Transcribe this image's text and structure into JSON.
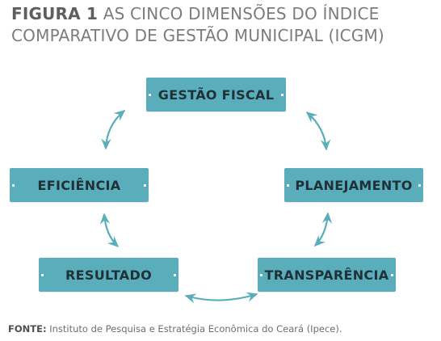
{
  "figure": {
    "label": "FIGURA 1",
    "title_line1": "AS CINCO DIMENSÕES DO ÍNDICE",
    "title_line2": "COMPARATIVO DE GESTÃO MUNICIPAL (ICGM)"
  },
  "nodes": [
    {
      "id": "gestao-fiscal",
      "label": "GESTÃO FISCAL"
    },
    {
      "id": "planejamento",
      "label": "PLANEJAMENTO"
    },
    {
      "id": "transparencia",
      "label": "TRANSPARÊNCIA"
    },
    {
      "id": "resultado",
      "label": "RESULTADO"
    },
    {
      "id": "eficiencia",
      "label": "EFICIÊNCIA"
    }
  ],
  "links": [
    {
      "from": "gestao-fiscal",
      "to": "planejamento",
      "direction": "both"
    },
    {
      "from": "planejamento",
      "to": "transparencia",
      "direction": "both"
    },
    {
      "from": "transparencia",
      "to": "resultado",
      "direction": "both"
    },
    {
      "from": "resultado",
      "to": "eficiencia",
      "direction": "both"
    },
    {
      "from": "eficiencia",
      "to": "gestao-fiscal",
      "direction": "both"
    }
  ],
  "source": {
    "label": "FONTE:",
    "text": "Instituto de Pesquisa e Estratégia Econômica do Ceará (Ipece)."
  },
  "colors": {
    "box_fill": "#5aaebc",
    "box_text": "#1f3137",
    "arrow": "#5aaebc",
    "title": "#7c7c7c"
  }
}
